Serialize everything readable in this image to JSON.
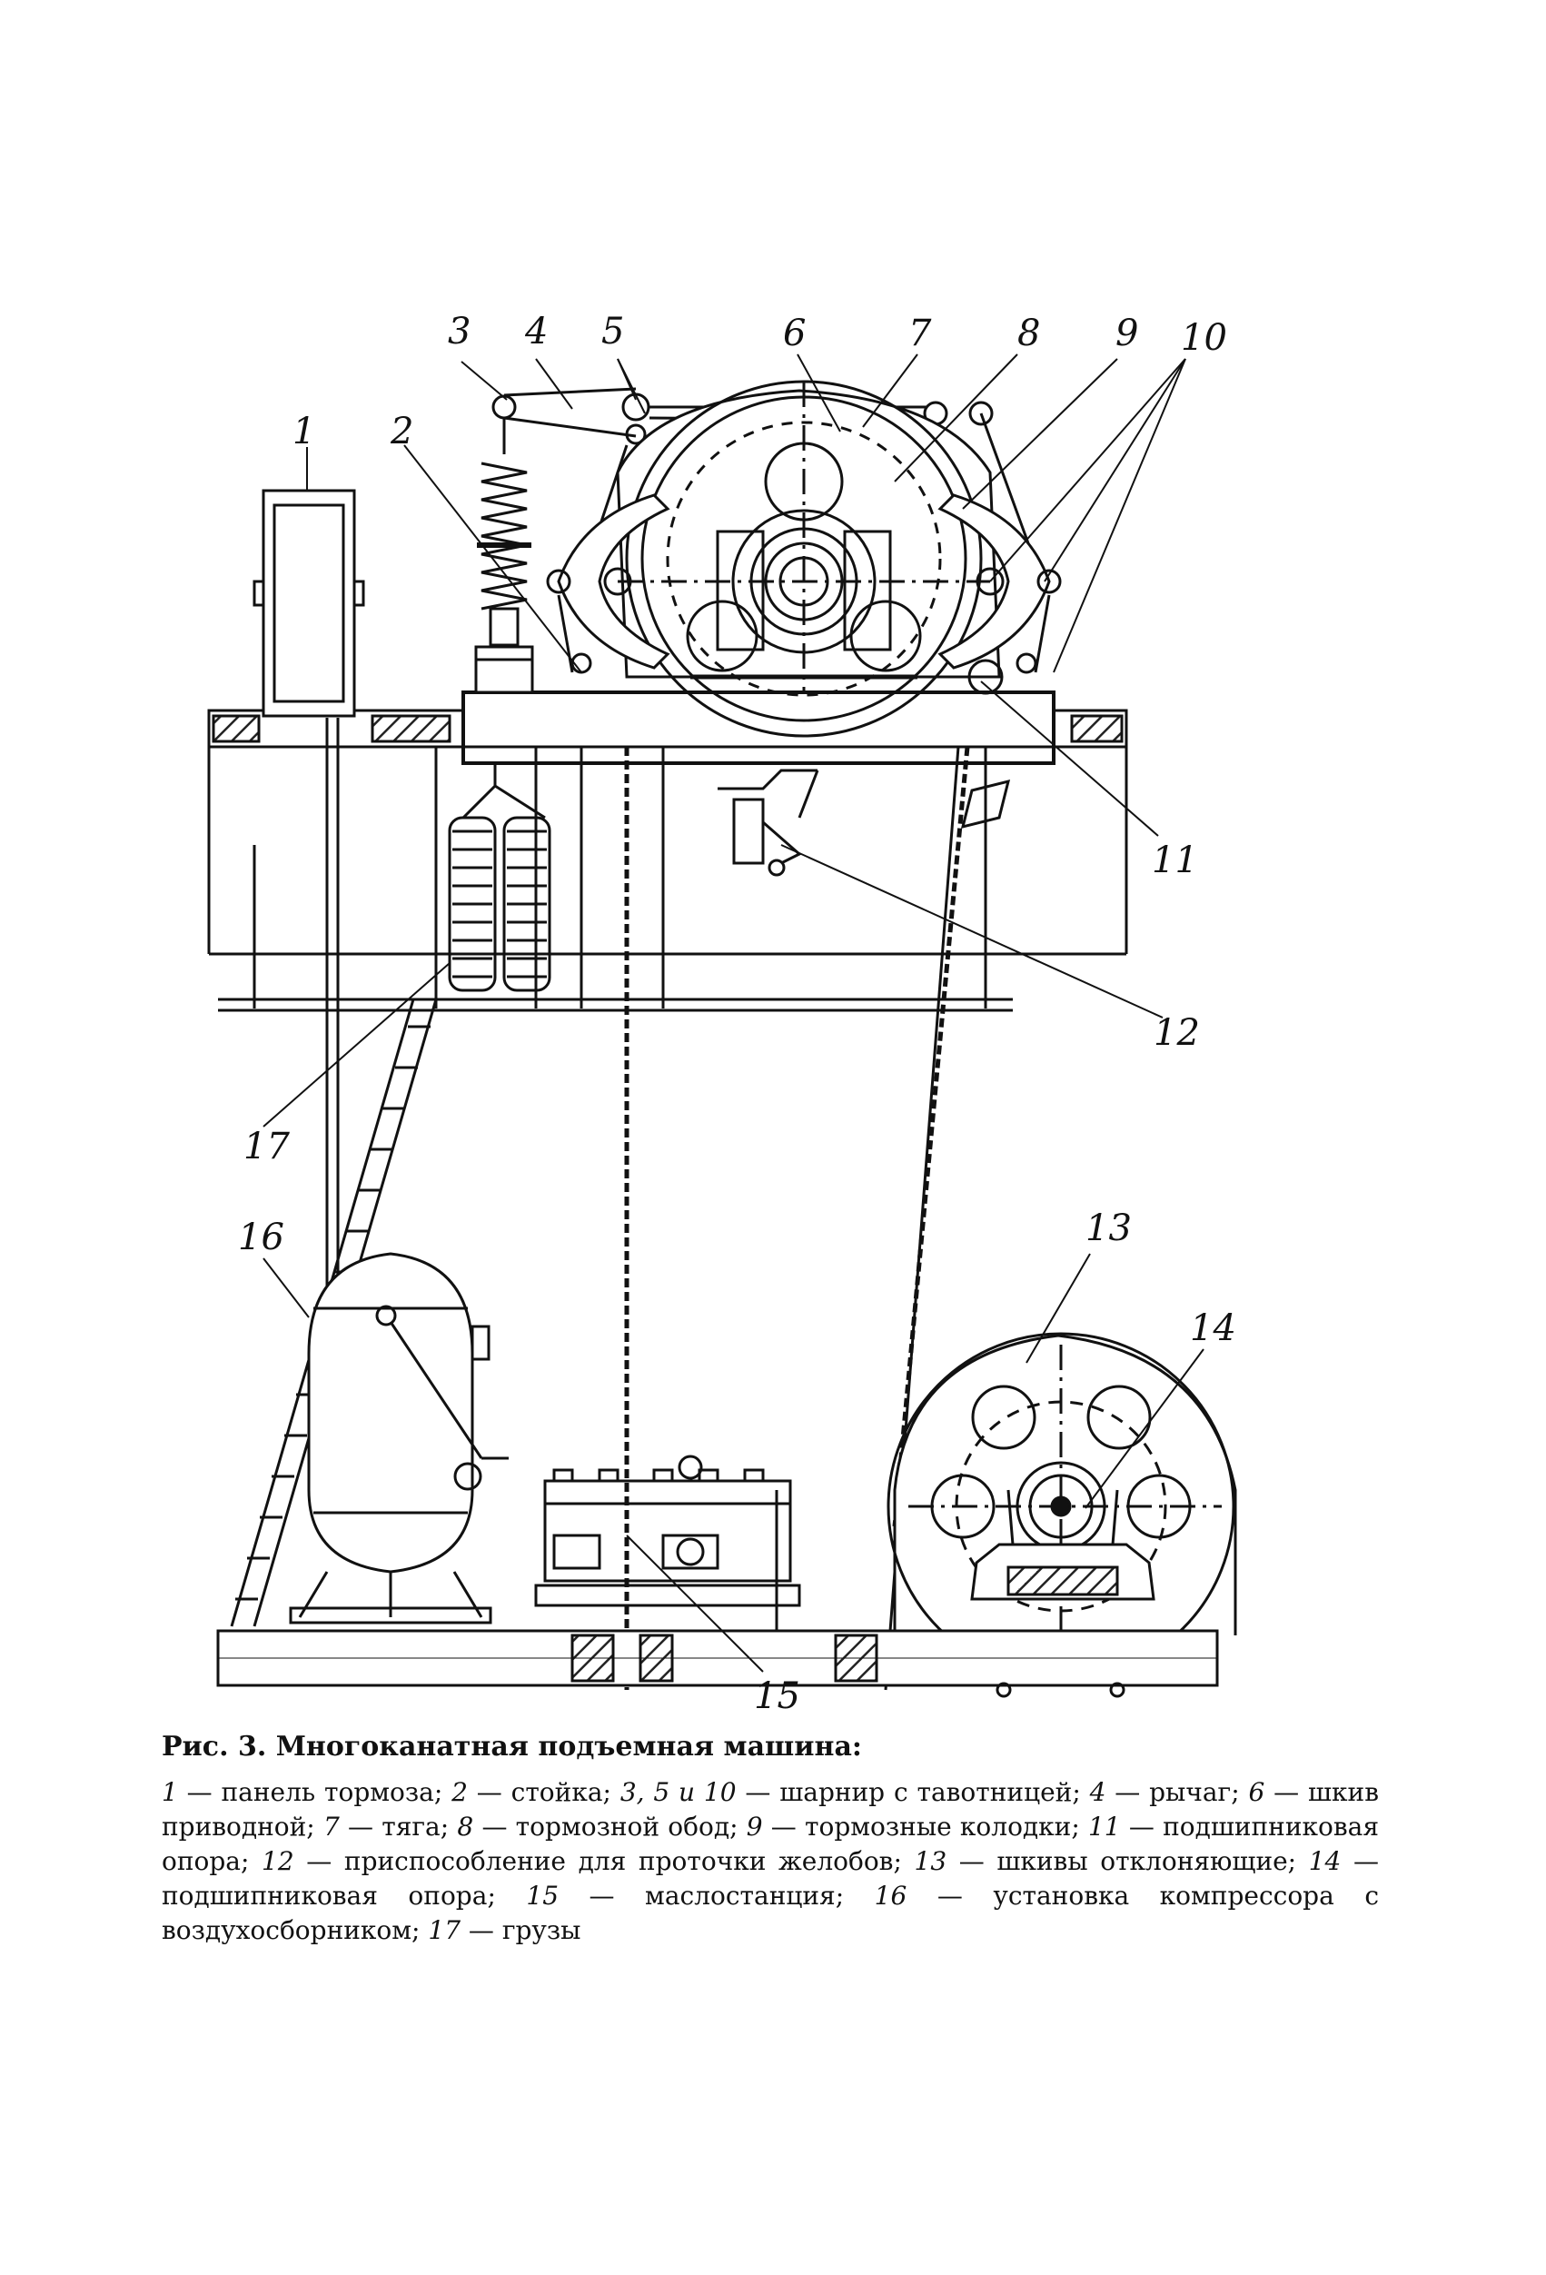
{
  "figure": {
    "caption_title": "Рис. 3. Многоканатная подъемная машина:",
    "legend": [
      {
        "num": "1",
        "text": "панель тормоза"
      },
      {
        "num": "2",
        "text": "стойка"
      },
      {
        "num": "3, 5 и 10",
        "text": "шарнир с тавотницей"
      },
      {
        "num": "4",
        "text": "рычаг"
      },
      {
        "num": "6",
        "text": "шкив приводной"
      },
      {
        "num": "7",
        "text": "тяга"
      },
      {
        "num": "8",
        "text": "тормозной обод"
      },
      {
        "num": "9",
        "text": "тормозные колодки"
      },
      {
        "num": "11",
        "text": "подшипниковая опора"
      },
      {
        "num": "12",
        "text": "приспособление для проточки желобов"
      },
      {
        "num": "13",
        "text": "шкивы отклоняющие"
      },
      {
        "num": "14",
        "text": "подшипниковая опора"
      },
      {
        "num": "15",
        "text": "маслостанция"
      },
      {
        "num": "16",
        "text": "установка компрессора с воздухосборником"
      },
      {
        "num": "17",
        "text": "грузы"
      }
    ],
    "callouts": {
      "c1": "1",
      "c2": "2",
      "c3": "3",
      "c4": "4",
      "c5": "5",
      "c6": "6",
      "c7": "7",
      "c8": "8",
      "c9": "9",
      "c10": "10",
      "c11": "11",
      "c12": "12",
      "c13": "13",
      "c14": "14",
      "c15": "15",
      "c16": "16",
      "c17": "17"
    },
    "colors": {
      "ink": "#111111",
      "paper": "#ffffff",
      "hatch": "#222222"
    }
  }
}
